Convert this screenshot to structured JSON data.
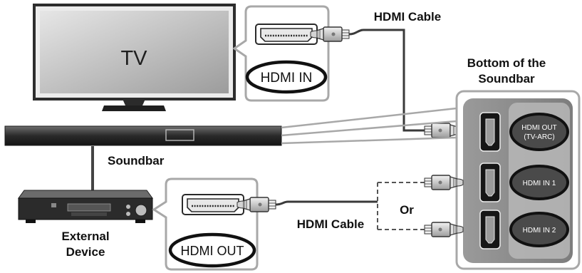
{
  "tv": {
    "label": "TV"
  },
  "tv_callout": {
    "port_label": "HDMI IN"
  },
  "top_cable": {
    "label": "HDMI Cable"
  },
  "soundbar": {
    "label": "Soundbar"
  },
  "soundbar_bottom": {
    "title_line1": "Bottom of the",
    "title_line2": "Soundbar",
    "ports": [
      {
        "line1": "HDMI OUT",
        "line2": "(TV-ARC)"
      },
      {
        "line1": "HDMI IN 1",
        "line2": ""
      },
      {
        "line1": "HDMI IN 2",
        "line2": ""
      }
    ]
  },
  "external_device": {
    "line1": "External",
    "line2": "Device"
  },
  "device_callout": {
    "port_label": "HDMI OUT"
  },
  "bottom_cable": {
    "label": "HDMI Cable"
  },
  "or_label": "Or",
  "colors": {
    "outline": "#3a3a3a",
    "callout_border": "#a8a8a8",
    "device_body": "#2b2b2b",
    "port_panel": "#8a8a8a",
    "port_panel_light": "#b5b5b5",
    "label_badge": "#4a4a4a"
  }
}
